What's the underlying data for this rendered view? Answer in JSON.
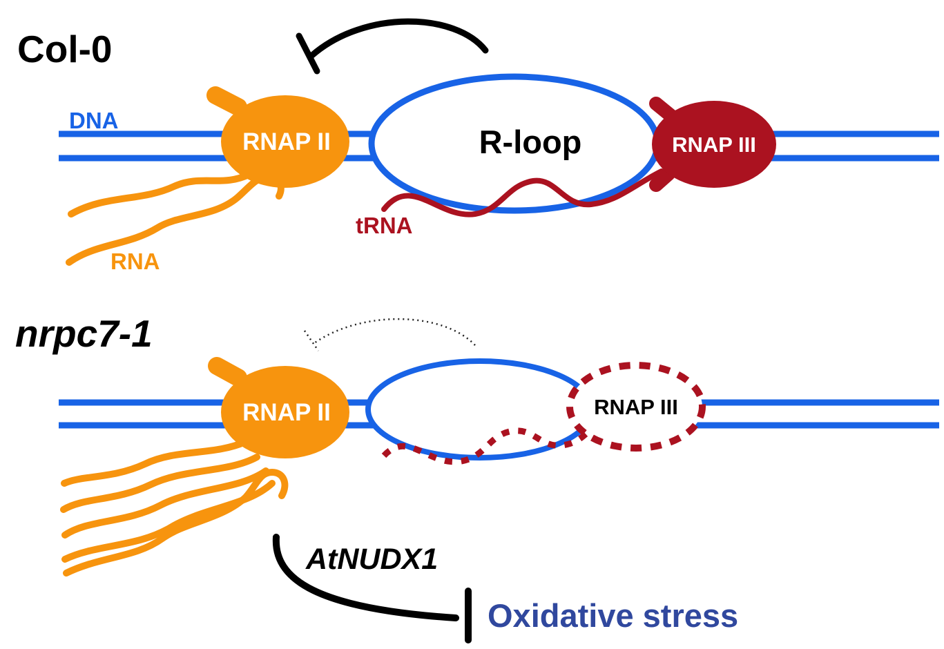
{
  "figure": {
    "panel_col0": {
      "title": "Col-0",
      "labels": {
        "dna": "DNA",
        "rnap2": "RNAP II",
        "rloop": "R-loop",
        "rnap3": "RNAP III",
        "trna": "tRNA",
        "rna": "RNA"
      }
    },
    "panel_nrpc7": {
      "title": "nrpc7-1",
      "labels": {
        "rnap2": "RNAP II",
        "rnap3": "RNAP III",
        "atnudx1": "AtNUDX1",
        "oxidative_stress": "Oxidative stress"
      }
    }
  },
  "colors": {
    "dna_blue": "#1863E6",
    "rna_orange": "#F7940E",
    "trna_dark_red": "#AB1220",
    "oxidative_navy": "#30489E",
    "arrow_black": "#000000",
    "background": "#FFFFFF"
  }
}
